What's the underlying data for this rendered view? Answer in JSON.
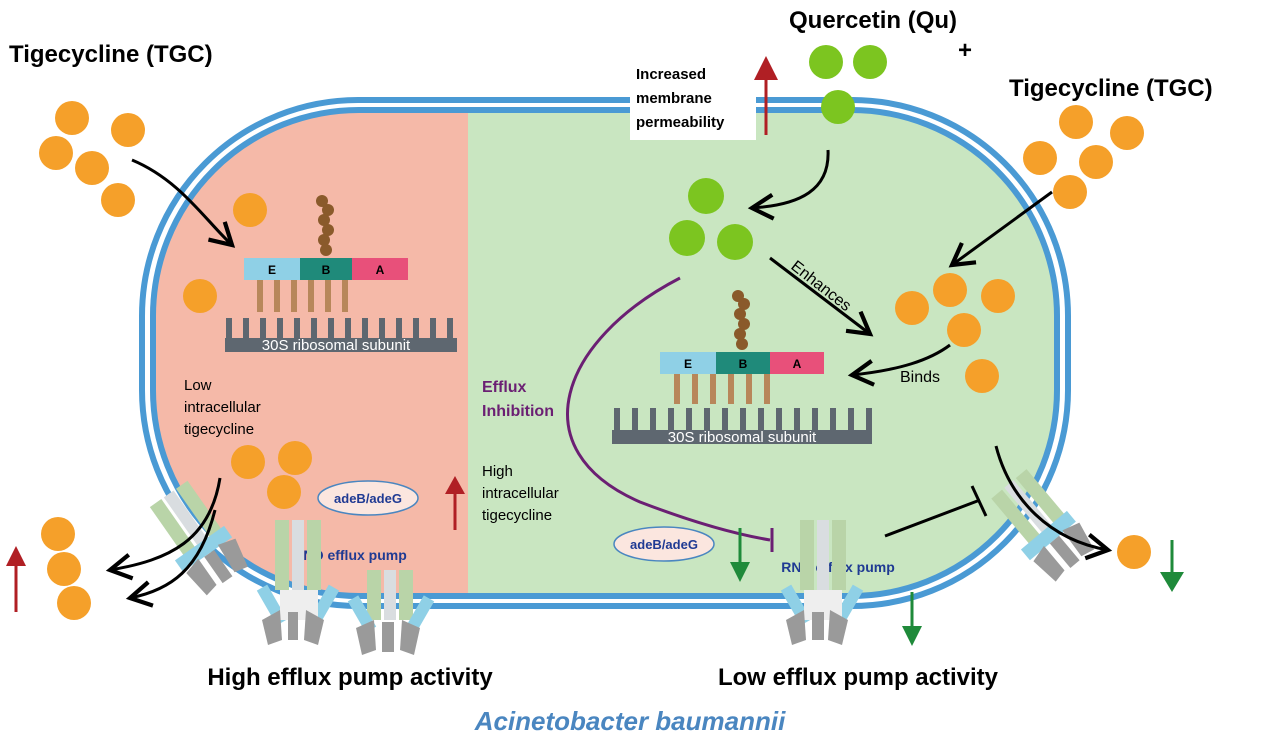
{
  "labels": {
    "tgc_left": "Tigecycline (TGC)",
    "tgc_right": "Tigecycline (TGC)",
    "quercetin": "Quercetin (Qu)",
    "plus": "+",
    "perm_1": "Increased",
    "perm_2": "membrane",
    "perm_3": "permeability",
    "ribosome": "30S ribosomal subunit",
    "site_e": "E",
    "site_b": "B",
    "site_a": "A",
    "low_1": "Low",
    "low_2": "intracellular",
    "low_3": "tigecycline",
    "high_1": "High",
    "high_2": "intracellular",
    "high_3": "tigecycline",
    "efflux_1": "Efflux",
    "efflux_2": "Inhibition",
    "enhances": "Enhances",
    "binds": "Binds",
    "gene": "adeB/adeG",
    "pump": "RND efflux pump",
    "high_activity": "High efflux pump activity",
    "low_activity": "Low efflux pump activity",
    "organism": "Acinetobacter baumannii"
  },
  "colors": {
    "tgc": "#f5a02a",
    "quercetin": "#7cc520",
    "membrane": "#4a9ad4",
    "left_fill": "#f5b9a8",
    "right_fill": "#c9e6c1",
    "ribosome": "#5e6770",
    "site_e": "#8fd0e6",
    "site_b": "#1f8a7a",
    "site_a": "#e8507a",
    "trna": "#b8875a",
    "peptide": "#8a5a2b",
    "up_arrow": "#b01f24",
    "down_arrow": "#1f8a3a",
    "inhibition": "#6b1f73",
    "gene_text": "#1f3a93",
    "gene_fill": "#fbe6df",
    "organism_text": "#4a86c0"
  }
}
